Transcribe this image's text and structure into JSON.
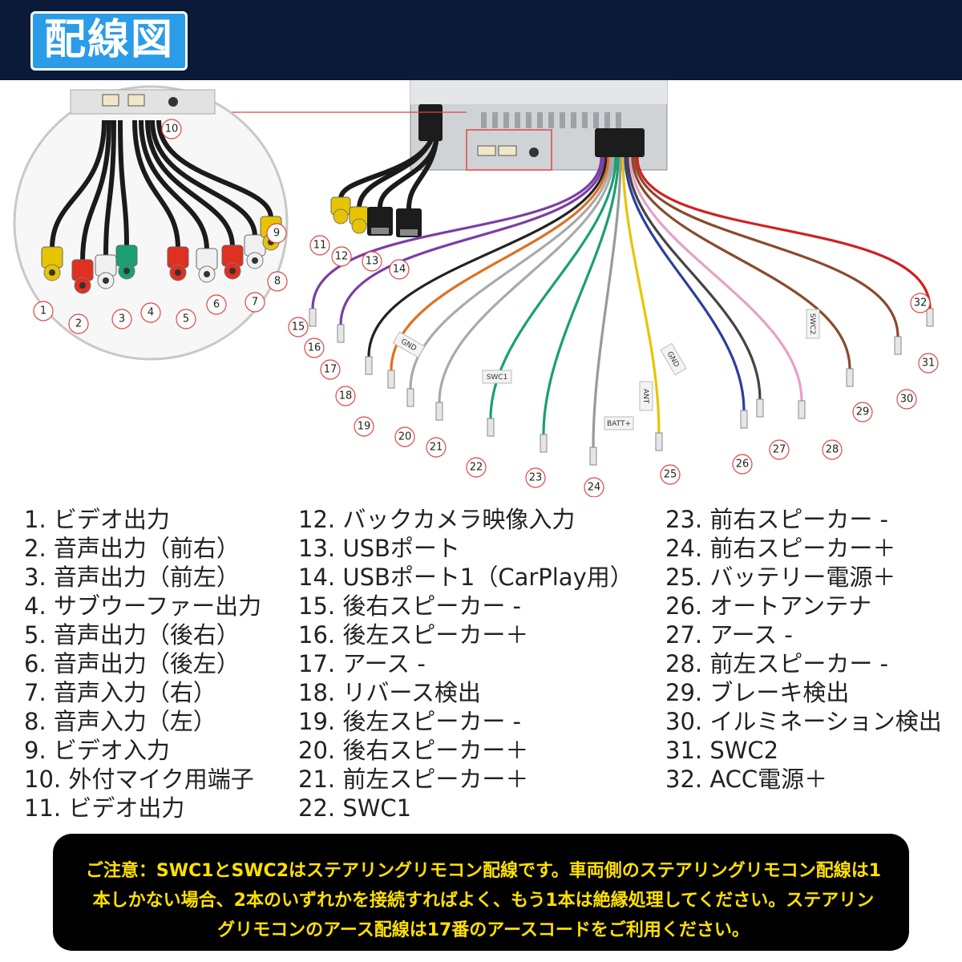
{
  "header": {
    "title": "配線図"
  },
  "numbers": [
    "1",
    "2",
    "3",
    "4",
    "5",
    "6",
    "7",
    "8",
    "9",
    "10",
    "11",
    "12",
    "13",
    "14",
    "15",
    "16",
    "17",
    "18",
    "19",
    "20",
    "21",
    "22",
    "23",
    "24",
    "25",
    "26",
    "27",
    "28",
    "29",
    "30",
    "31",
    "32"
  ],
  "tags": [
    "SWC2",
    "SWC1",
    "GND",
    "ANT",
    "BATT+",
    "GND"
  ],
  "legend": {
    "col1": [
      "1. ビデオ出力",
      "2. 音声出力（前右）",
      "3. 音声出力（前左）",
      "4. サブウーファー出力",
      "5. 音声出力（後右）",
      "6. 音声出力（後左）",
      "7. 音声入力（右）",
      "8. 音声入力（左）",
      "9. ビデオ入力",
      "10. 外付マイク用端子",
      "11. ビデオ出力"
    ],
    "col2": [
      "12. バックカメラ映像入力",
      "13. USBポート",
      "14. USBポート1（CarPlay用）",
      "15. 後右スピーカー -",
      "16. 後左スピーカー＋",
      "17. アース -",
      "18. リバース検出",
      "19. 後左スピーカー -",
      "20. 後右スピーカー＋",
      "21. 前左スピーカー＋",
      "22. SWC1"
    ],
    "col3": [
      "23. 前右スピーカー -",
      "24. 前右スピーカー＋",
      "25. バッテリー電源＋",
      "26. オートアンテナ",
      "27. アース -",
      "28. 前左スピーカー -",
      "29. ブレーキ検出",
      "30. イルミネーション検出",
      "31. SWC2",
      "32. ACC電源＋"
    ]
  },
  "notice": {
    "text": "ご注意：SWC1とSWC2はステアリングリモコン配線です。車両側のステアリングリモコン配線は1本しかない場合、2本のいずれかを接続すればよく、もう1本は絶縁処理してください。ステアリングリモコンのアース配線は17番のアースコードをご利用ください。"
  }
}
